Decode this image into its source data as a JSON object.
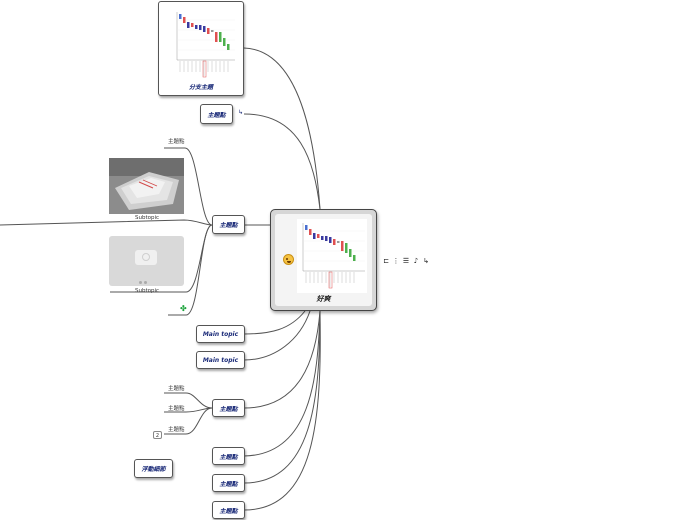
{
  "central": {
    "label": "好爽"
  },
  "main_topics": [
    {
      "id": "t0",
      "label": "分支主題"
    },
    {
      "id": "t1",
      "label": "主題點"
    },
    {
      "id": "t2",
      "label": "主題點"
    },
    {
      "id": "t3",
      "label": "Main topic"
    },
    {
      "id": "t4",
      "label": "Main topic"
    },
    {
      "id": "t5",
      "label": "主題點"
    },
    {
      "id": "t6",
      "label": "主題點"
    },
    {
      "id": "t7",
      "label": "主題點"
    },
    {
      "id": "t8",
      "label": "主題點"
    }
  ],
  "floating_topic": {
    "label": "浮動細節"
  },
  "subtopics_t2": [
    {
      "label": "主題點"
    },
    {
      "label": "Subtopic"
    },
    {
      "label": "Subtopic"
    }
  ],
  "subtopics_t5": [
    {
      "label": "主題點"
    },
    {
      "label": "主題點"
    },
    {
      "label": "主題點"
    }
  ],
  "badge_count": "2",
  "colors": {
    "topic_text": "#1a2a78",
    "line": "#555555",
    "green": "#1aa33a",
    "red": "#e05050",
    "blue": "#4a6fd0"
  },
  "icons": [
    "link-icon",
    "list-icon",
    "notes-icon",
    "audio-icon",
    "task-icon"
  ]
}
